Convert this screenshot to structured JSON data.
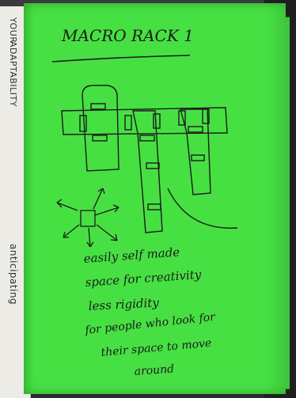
{
  "photo": {
    "subject": "handwritten notebook page",
    "paper_color": "#47e043",
    "ink_color": "#1b1b1b"
  },
  "left_page": {
    "text_top": "YOUR",
    "text_mid": "ADAPTABILITY",
    "text_bottom": "anticipating"
  },
  "note": {
    "title": "MACRO RACK 1",
    "lines": [
      "easily self made",
      "space for creativity",
      "less rigidity",
      "for people who look for",
      "their space to move",
      "around"
    ]
  }
}
